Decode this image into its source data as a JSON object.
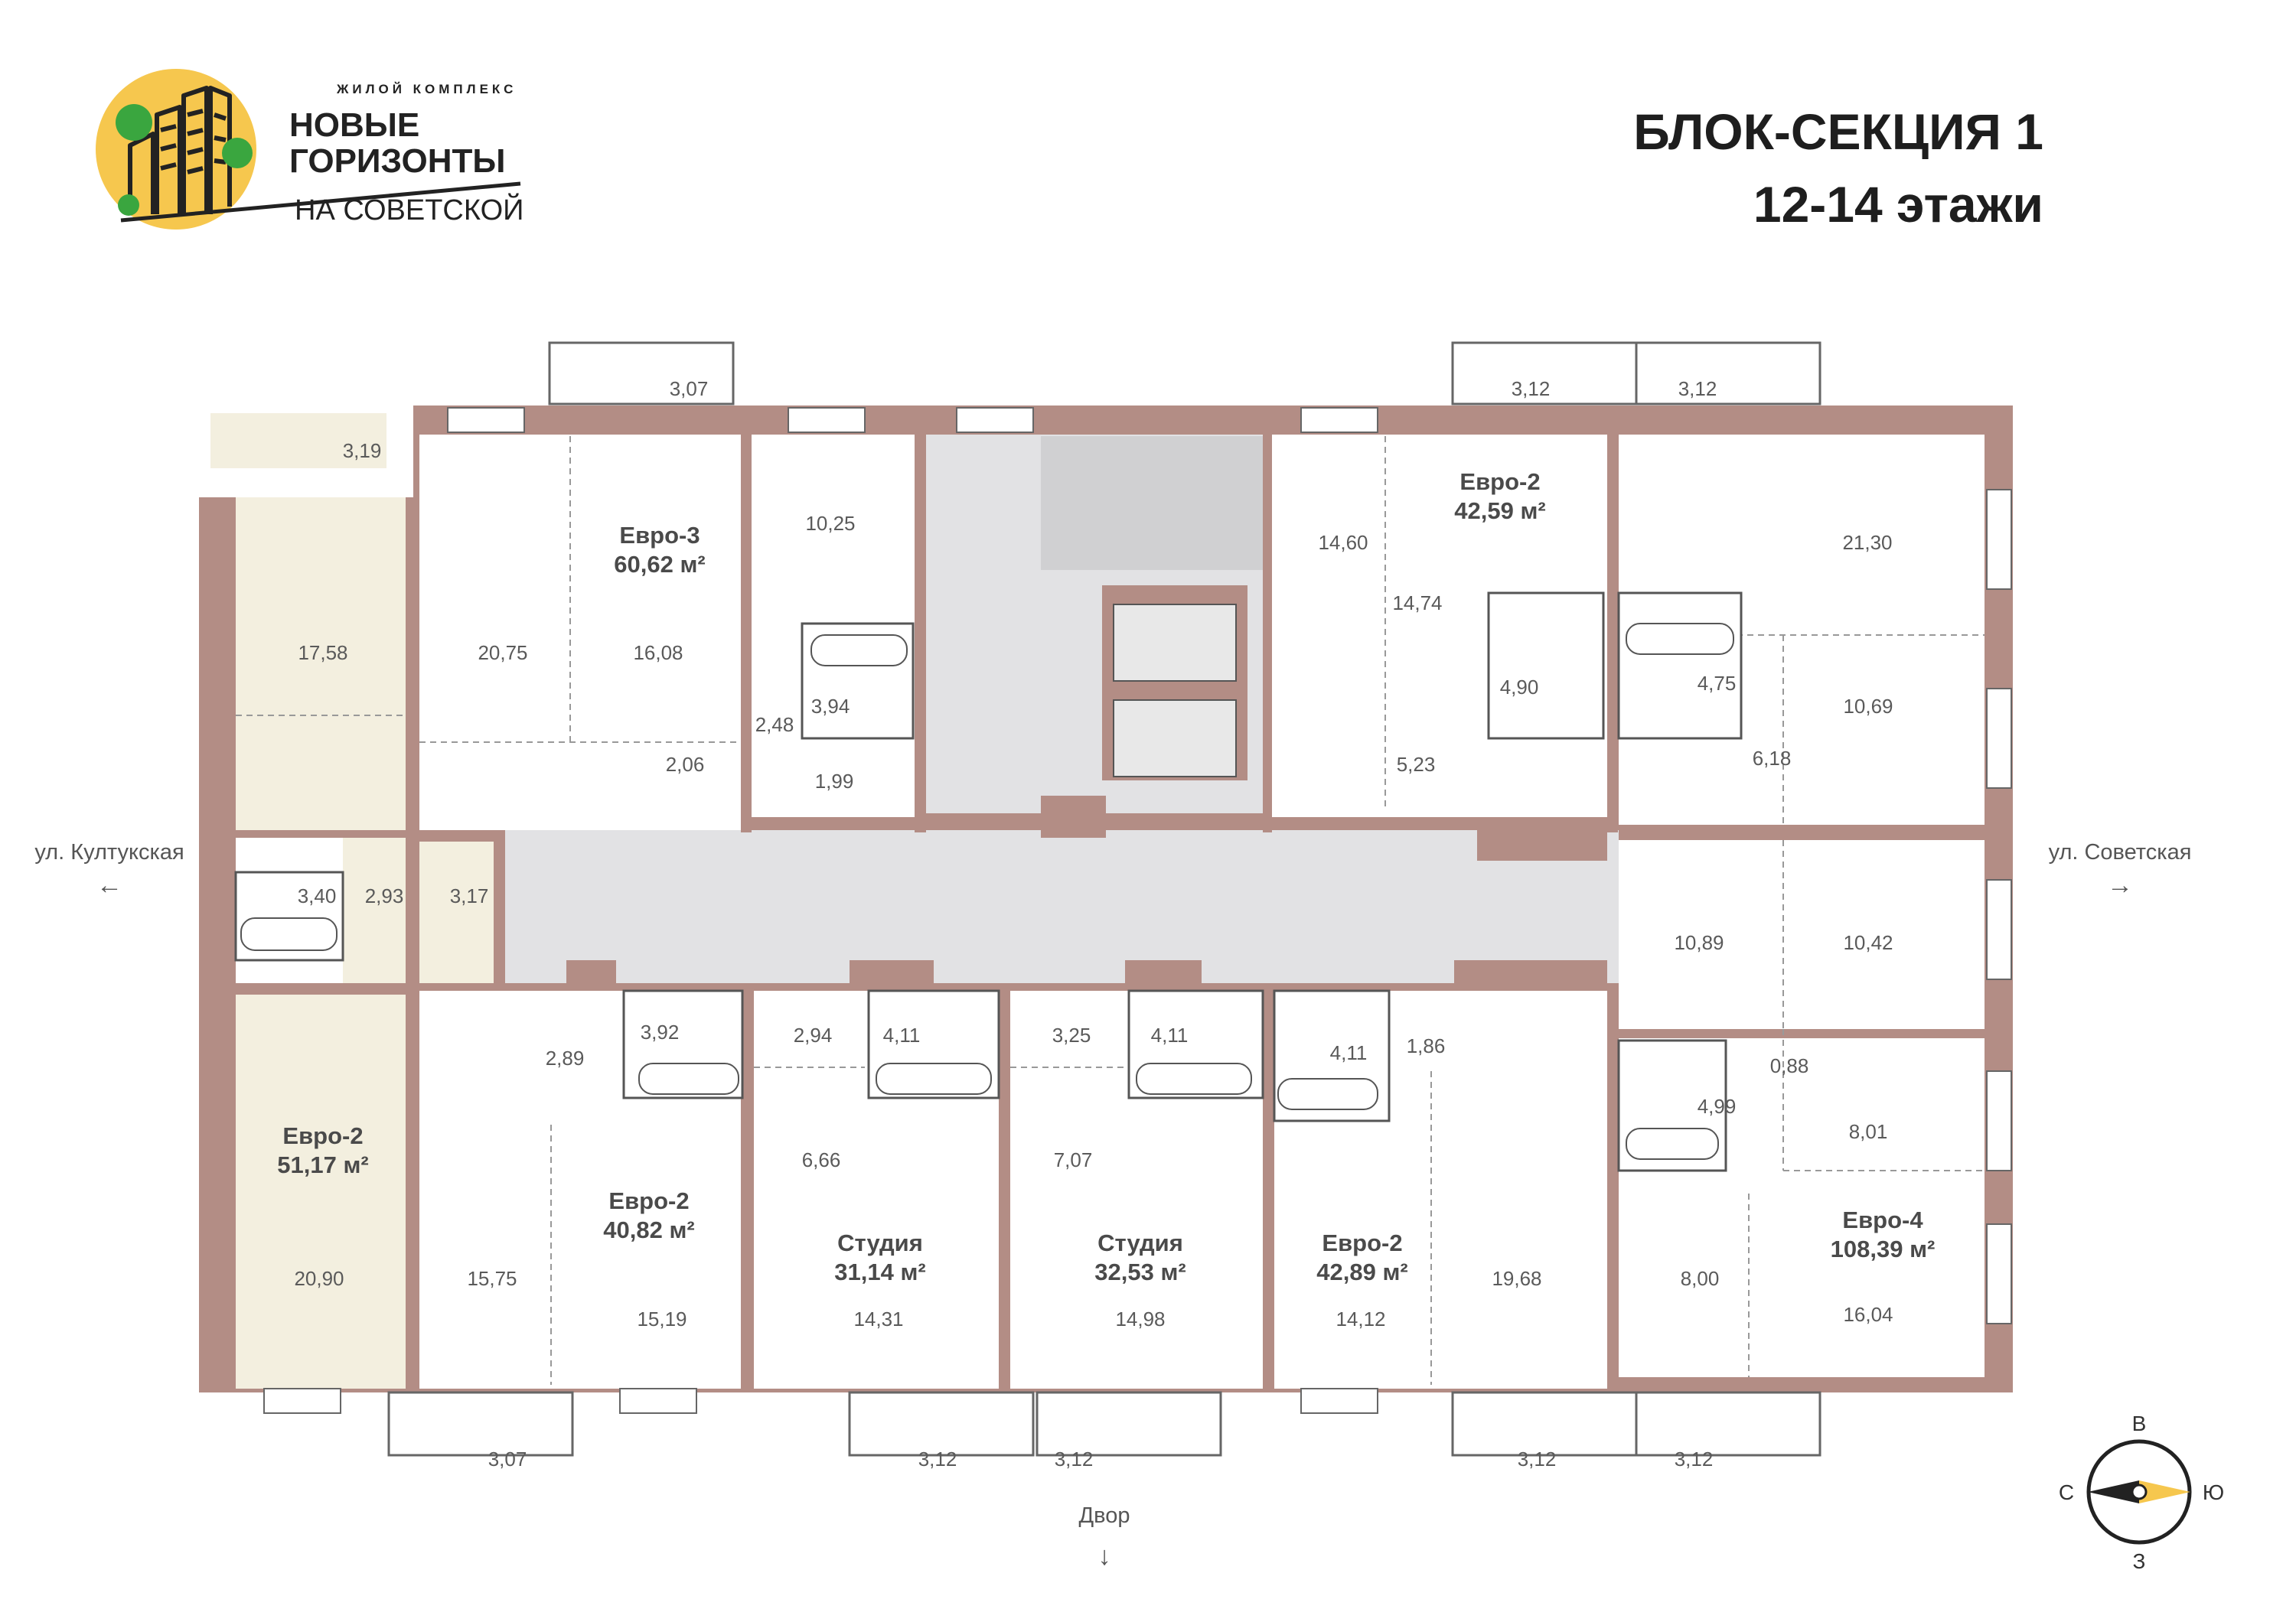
{
  "logo": {
    "tagline": "ЖИЛОЙ КОМПЛЕКС",
    "line1": "НОВЫЕ",
    "line2": "ГОРИЗОНТЫ",
    "line3": "НА СОВЕТСКОЙ"
  },
  "header": {
    "title": "БЛОК-СЕКЦИЯ 1",
    "floors": "12-14 этажи"
  },
  "streets": {
    "west": "ул. Култукская",
    "east": "ул. Советская",
    "yard": "Двор"
  },
  "compass": {
    "north": "В",
    "west": "С",
    "east": "Ю",
    "south": "З"
  },
  "apartments": [
    {
      "type": "Евро-3",
      "area": "60,62 м²"
    },
    {
      "type": "Евро-2",
      "area": "42,59 м²"
    },
    {
      "type": "Евро-2",
      "area": "51,17 м²"
    },
    {
      "type": "Евро-2",
      "area": "40,82 м²"
    },
    {
      "type": "Студия",
      "area": "31,14 м²"
    },
    {
      "type": "Студия",
      "area": "32,53 м²"
    },
    {
      "type": "Евро-2",
      "area": "42,89 м²"
    },
    {
      "type": "Евро-4",
      "area": "108,39 м²"
    }
  ],
  "rooms": [
    "3,07",
    "3,19",
    "17,58",
    "20,75",
    "16,08",
    "10,25",
    "2,48",
    "3,94",
    "1,99",
    "2,06",
    "14,60",
    "3,12",
    "14,74",
    "4,90",
    "5,23",
    "3,12",
    "21,30",
    "4,75",
    "10,69",
    "6,18",
    "3,40",
    "2,93",
    "3,17",
    "10,89",
    "10,42",
    "2,89",
    "3,92",
    "2,94",
    "4,11",
    "3,25",
    "4,11",
    "4,11",
    "1,86",
    "0,88",
    "4,99",
    "8,01",
    "6,66",
    "7,07",
    "20,90",
    "15,75",
    "15,19",
    "14,31",
    "14,98",
    "14,12",
    "19,68",
    "8,00",
    "16,04",
    "3,07",
    "3,12",
    "3,12",
    "3,12",
    "3,12"
  ],
  "colors": {
    "wall": "#b38d85",
    "highlight": "#f3efdf",
    "corridor": "#e2e2e4",
    "stairs": "#c9c9cb",
    "logo_sun": "#f6c74e",
    "logo_green": "#3aa63f",
    "text": "#555555"
  }
}
